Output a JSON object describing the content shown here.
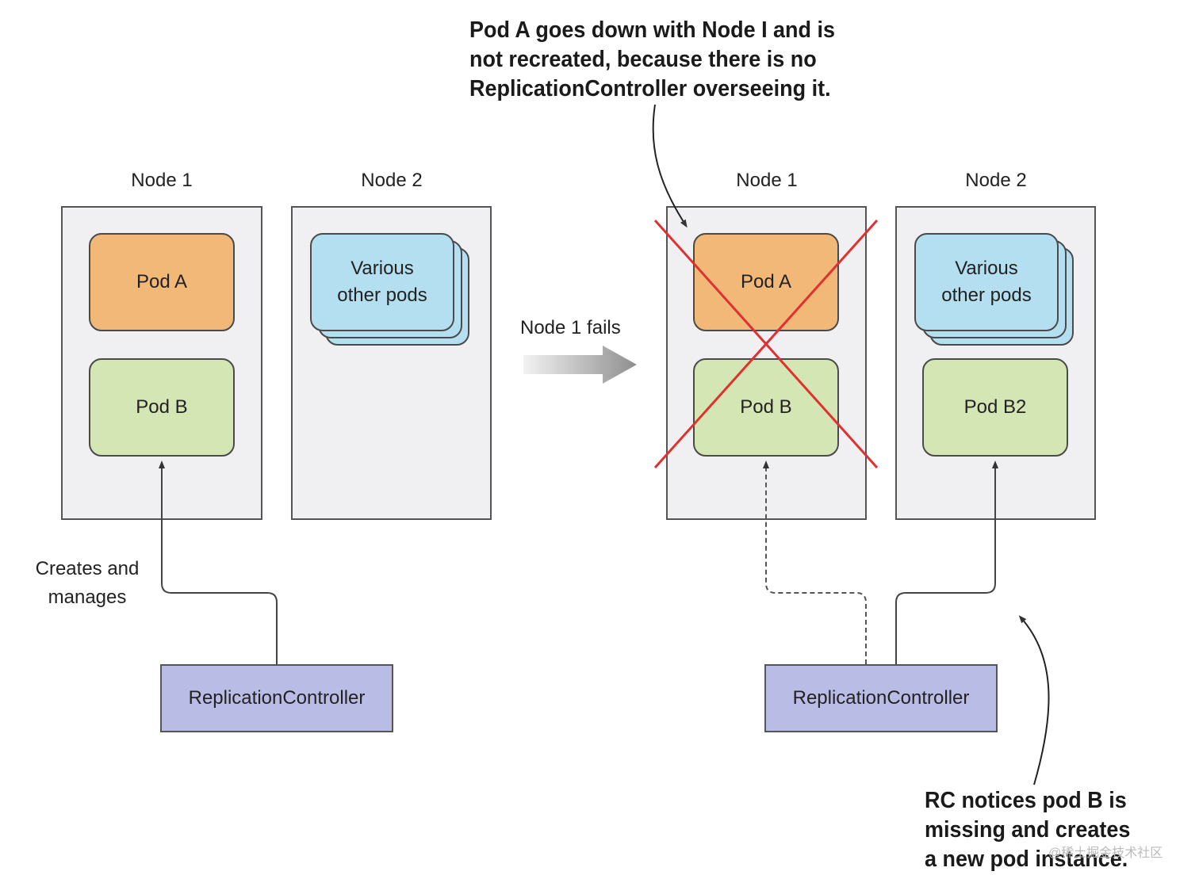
{
  "left": {
    "node1": {
      "label": "Node 1",
      "pod_a": "Pod A",
      "pod_b": "Pod B"
    },
    "node2": {
      "label": "Node 2",
      "pods": "Various\nother pods"
    },
    "rc": "ReplicationController",
    "edge_label": "Creates and\nmanages"
  },
  "transition": {
    "label": "Node 1 fails"
  },
  "right": {
    "node1": {
      "label": "Node 1",
      "pod_a": "Pod A",
      "pod_b": "Pod B",
      "status": "failed"
    },
    "node2": {
      "label": "Node 2",
      "pods": "Various\nother pods",
      "pod_b2": "Pod B2"
    },
    "rc": "ReplicationController"
  },
  "callouts": {
    "top": "Pod A goes down with Node I and is\nnot recreated, because there is no\nReplicationController overseeing it.",
    "bottom": "RC notices pod B is\nmissing and creates\na new pod instance."
  },
  "watermark": "@稀土掘金技术社区",
  "colors": {
    "pod_a": "#f2b878",
    "pod_b": "#d4e6b4",
    "various_pods": "#b4dff0",
    "rc": "#b9bde6",
    "node_bg": "#f0f0f2",
    "cross": "#e03030"
  }
}
